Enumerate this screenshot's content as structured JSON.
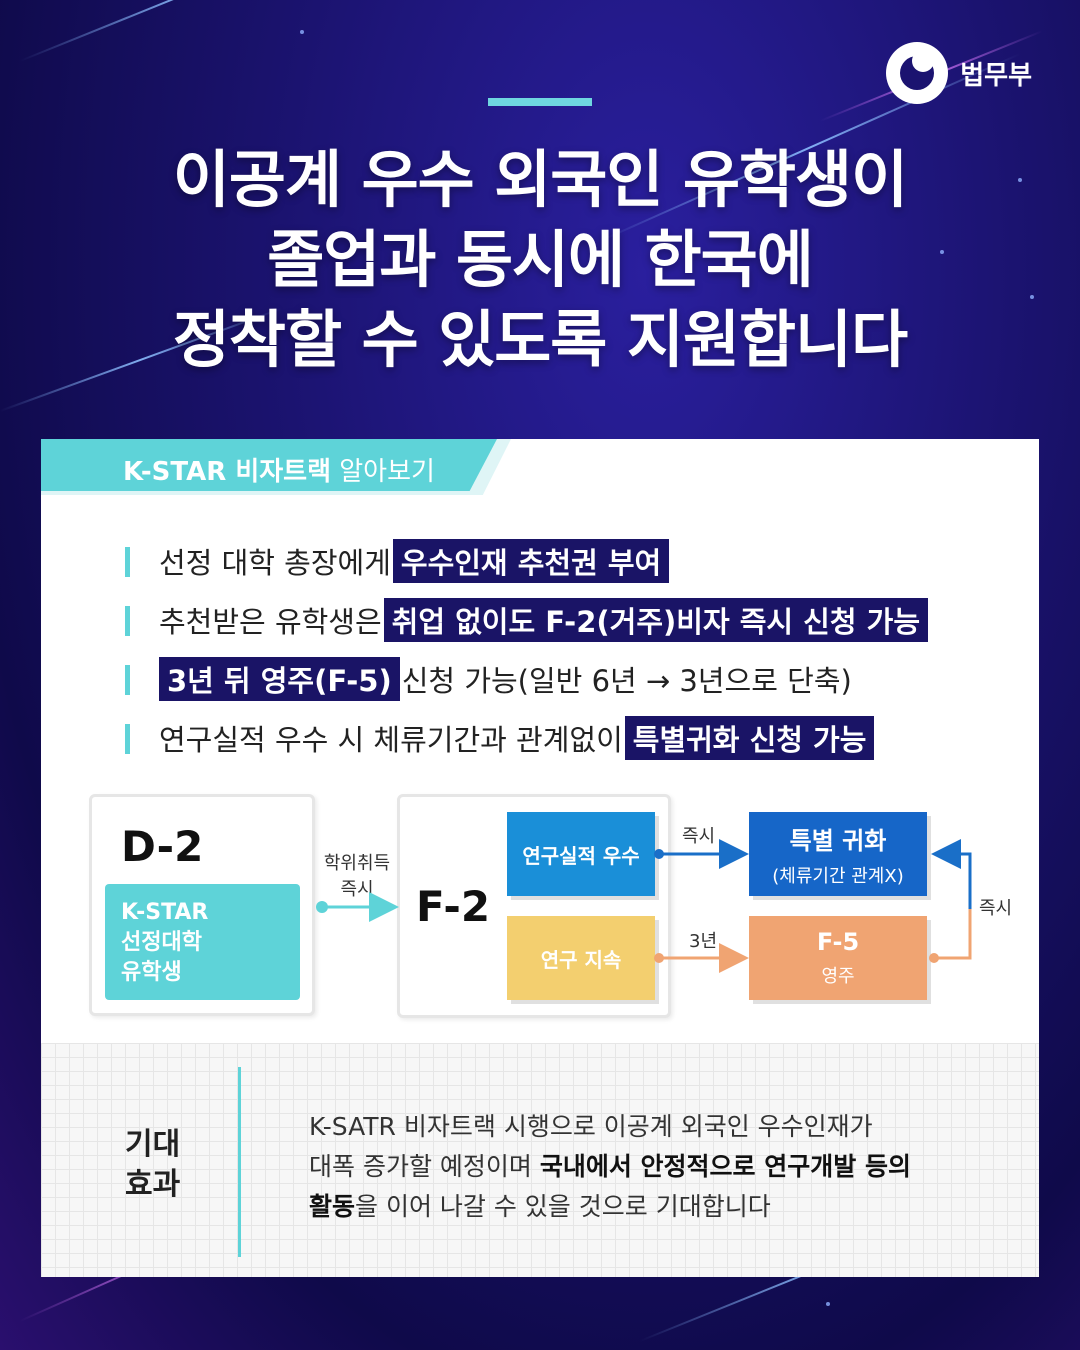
{
  "brand": {
    "name": "법무부",
    "logo": "government-emblem-icon"
  },
  "title": {
    "line1": "이공계 우수 외국인 유학생이",
    "line2": "졸업과 동시에 한국에",
    "line3": "정착할 수 있도록 지원합니다"
  },
  "card": {
    "tab_bold": "K-STAR 비자트랙",
    "tab_normal": " 알아보기",
    "bullets": [
      {
        "pre": "선정 대학 총장에게 ",
        "hl": "우수인재 추천권 부여",
        "post": ""
      },
      {
        "pre": "추천받은 유학생은 ",
        "hl": "취업 없이도 F-2(거주)비자 즉시 신청 가능",
        "post": ""
      },
      {
        "pre": "",
        "hl": "3년 뒤 영주(F-5)",
        "post": " 신청 가능(일반 6년 → 3년으로 단축)"
      },
      {
        "pre": "연구실적 우수 시 체류기간과 관계없이 ",
        "hl": "특별귀화 신청 가능",
        "post": ""
      }
    ]
  },
  "diagram": {
    "d2": {
      "code": "D-2",
      "desc_line1": "K-STAR",
      "desc_line2": "선정대학",
      "desc_line3": "유학생"
    },
    "arrow1": {
      "line1": "학위취득",
      "line2": "즉시"
    },
    "f2": {
      "code": "F-2"
    },
    "research_excellent": "연구실적 우수",
    "research_continue": "연구 지속",
    "arrow_immediate": "즉시",
    "arrow_3years": "3년",
    "naturalization": {
      "title": "특별 귀화",
      "sub": "(체류기간 관계X)"
    },
    "f5": {
      "title": "F-5",
      "sub": "영주"
    },
    "arrow_right": "즉시"
  },
  "effect": {
    "label_line1": "기대",
    "label_line2": "효과",
    "line1": "K-SATR 비자트랙 시행으로 이공계 외국인 우수인재가",
    "line2_pre": "대폭 증가할 예정이며 ",
    "line2_bold": "국내에서 안정적으로 연구개발 등의",
    "line3_bold": "활동",
    "line3_post": "을 이어 나갈 수 있을 것으로 기대합니다"
  },
  "colors": {
    "navy": "#1a1466",
    "teal": "#5ed3d8",
    "blue": "#1a8fd8",
    "yellow": "#f3cf6f",
    "orange": "#f0a472",
    "dark_blue": "#1666c8"
  }
}
